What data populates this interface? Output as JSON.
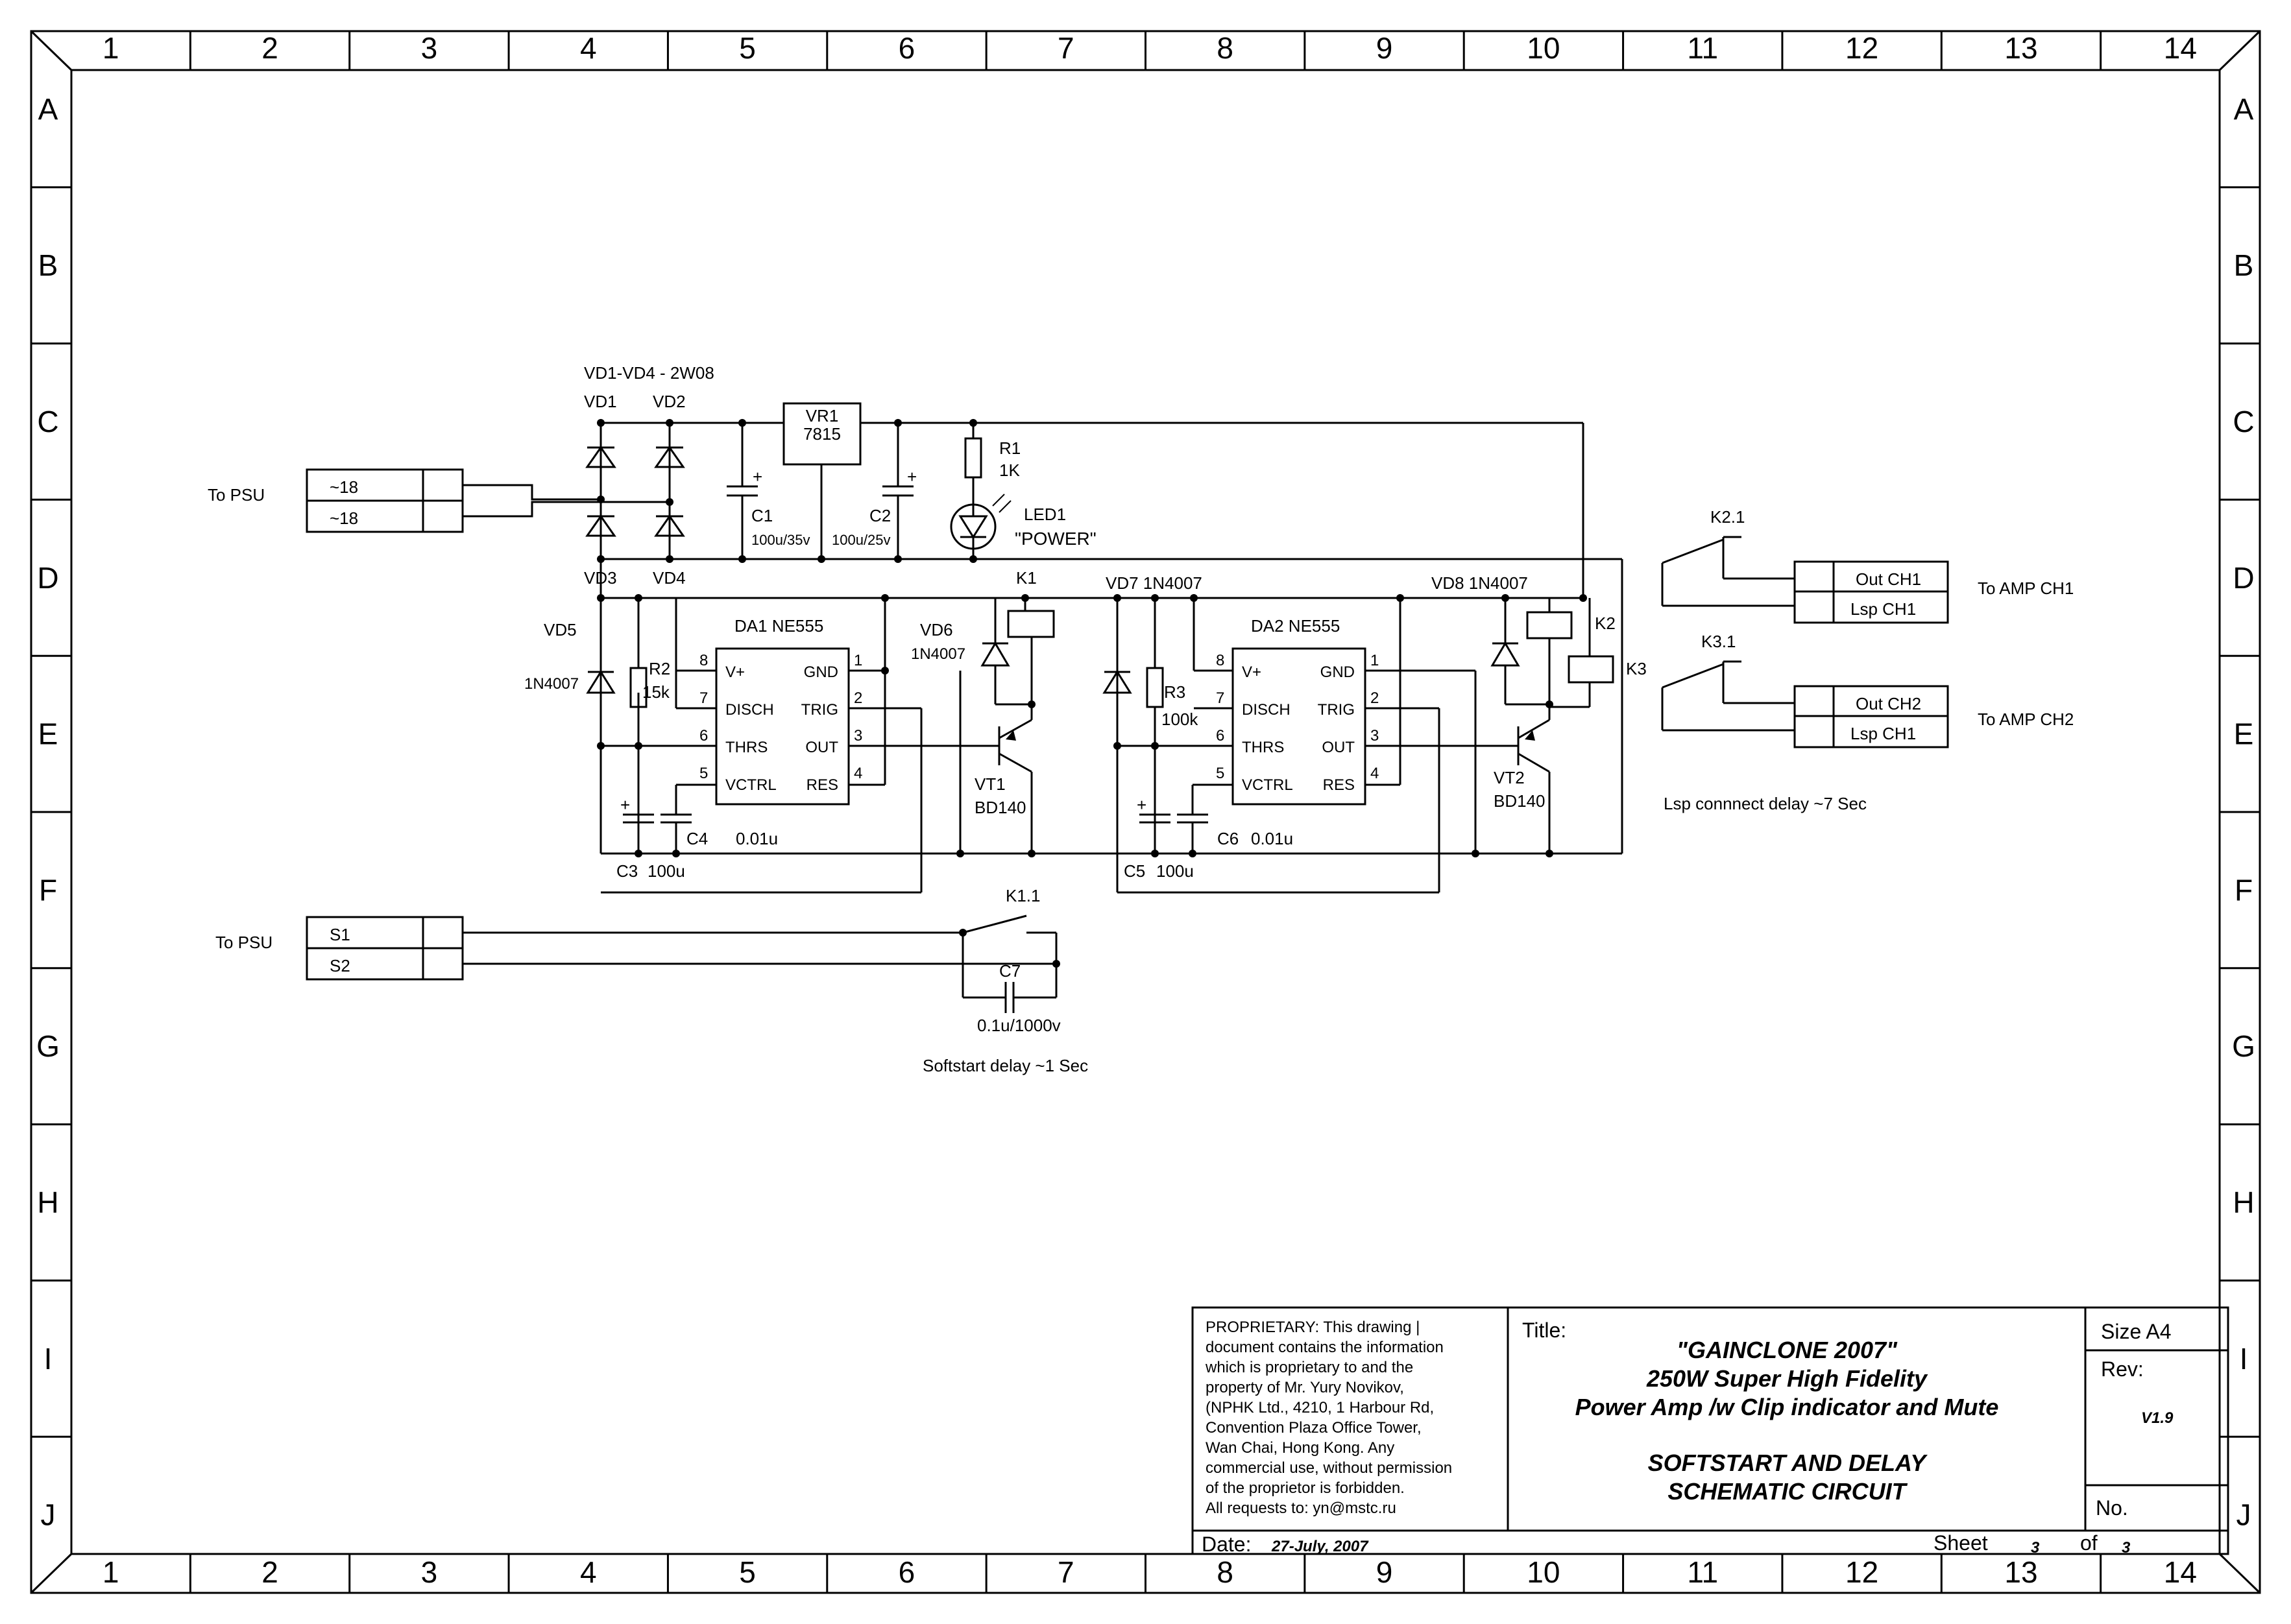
{
  "frame": {
    "columns": [
      "1",
      "2",
      "3",
      "4",
      "5",
      "6",
      "7",
      "8",
      "9",
      "10",
      "11",
      "12",
      "13",
      "14"
    ],
    "rows": [
      "A",
      "B",
      "C",
      "D",
      "E",
      "F",
      "G",
      "H",
      "I",
      "J"
    ]
  },
  "psu_in": {
    "label": "To PSU",
    "pins": [
      "~18",
      "~18"
    ]
  },
  "bridge": {
    "title": "VD1-VD4 - 2W08",
    "vd1": "VD1",
    "vd2": "VD2",
    "vd3": "VD3",
    "vd4": "VD4"
  },
  "regulator": {
    "ref": "VR1",
    "part": "7815"
  },
  "c1": {
    "ref": "C1",
    "value": "100u/35v"
  },
  "c2": {
    "ref": "C2",
    "value": "100u/25v"
  },
  "r1": {
    "ref": "R1",
    "value": "1K"
  },
  "led1": {
    "ref": "LED1",
    "label": "\"POWER\""
  },
  "da1": {
    "ref": "DA1 NE555",
    "left": [
      "V+",
      "DISCH",
      "THRS",
      "VCTRL"
    ],
    "left_pins": [
      "8",
      "7",
      "6",
      "5"
    ],
    "right": [
      "GND",
      "TRIG",
      "OUT",
      "RES"
    ],
    "right_pins": [
      "1",
      "2",
      "3",
      "4"
    ]
  },
  "da2": {
    "ref": "DA2 NE555",
    "left": [
      "V+",
      "DISCH",
      "THRS",
      "VCTRL"
    ],
    "left_pins": [
      "8",
      "7",
      "6",
      "5"
    ],
    "right": [
      "GND",
      "TRIG",
      "OUT",
      "RES"
    ],
    "right_pins": [
      "1",
      "2",
      "3",
      "4"
    ]
  },
  "vd5": {
    "ref": "VD5",
    "part": "1N4007"
  },
  "r2": {
    "ref": "R2",
    "value": "15k"
  },
  "c3": {
    "ref": "C3",
    "value": "100u"
  },
  "c4": {
    "ref": "C4",
    "value": "0.01u"
  },
  "vd6": {
    "ref": "VD6",
    "part": "1N4007"
  },
  "k1": "K1",
  "vt1": {
    "ref": "VT1",
    "part": "BD140"
  },
  "vd7": "VD7 1N4007",
  "r3": {
    "ref": "R3",
    "value": "100k"
  },
  "c5": {
    "ref": "C5",
    "value": "100u"
  },
  "c6": {
    "ref": "C6",
    "value": "0.01u"
  },
  "vd8": "VD8 1N4007",
  "k2": "K2",
  "k3": "K3",
  "vt2": {
    "ref": "VT2",
    "part": "BD140"
  },
  "k21": "K2.1",
  "k31": "K3.1",
  "out1": {
    "pins": [
      "Out CH1",
      "Lsp CH1"
    ],
    "label": "To AMP CH1"
  },
  "out2": {
    "pins": [
      "Out CH2",
      "Lsp CH1"
    ],
    "label": "To AMP CH2"
  },
  "lsp_note": "Lsp connnect delay ~7 Sec",
  "psu_soft": {
    "label": "To PSU",
    "pins": [
      "S1",
      "S2"
    ]
  },
  "k11": "K1.1",
  "c7": {
    "ref": "C7",
    "value": "0.1u/1000v"
  },
  "soft_note": "Softstart delay ~1 Sec",
  "titleblock": {
    "proprietary": [
      "PROPRIETARY: This drawing |",
      "document contains the information",
      "which is proprietary to and the",
      "property of Mr. Yury Novikov,",
      "(NPHK Ltd., 4210, 1 Harbour Rd,",
      "Convention Plaza Office Tower,",
      "Wan Chai, Hong Kong.  Any",
      "commercial use, without permission",
      "of the proprietor is forbidden.",
      "All requests to: yn@mstc.ru"
    ],
    "title_label": "Title:",
    "title_lines": [
      "\"GAINCLONE 2007\"",
      "250W Super High Fidelity",
      "Power Amp /w Clip indicator and Mute"
    ],
    "subtitle_lines": [
      "SOFTSTART  AND  DELAY",
      "SCHEMATIC CIRCUIT"
    ],
    "size": "Size A4",
    "rev_label": "Rev:",
    "rev": "V1.9",
    "no_label": "No.",
    "date_label": "Date:",
    "date": "27-July, 2007",
    "sheet_label": "Sheet",
    "sheet": "3",
    "of_label": "of",
    "sheets": "3"
  }
}
